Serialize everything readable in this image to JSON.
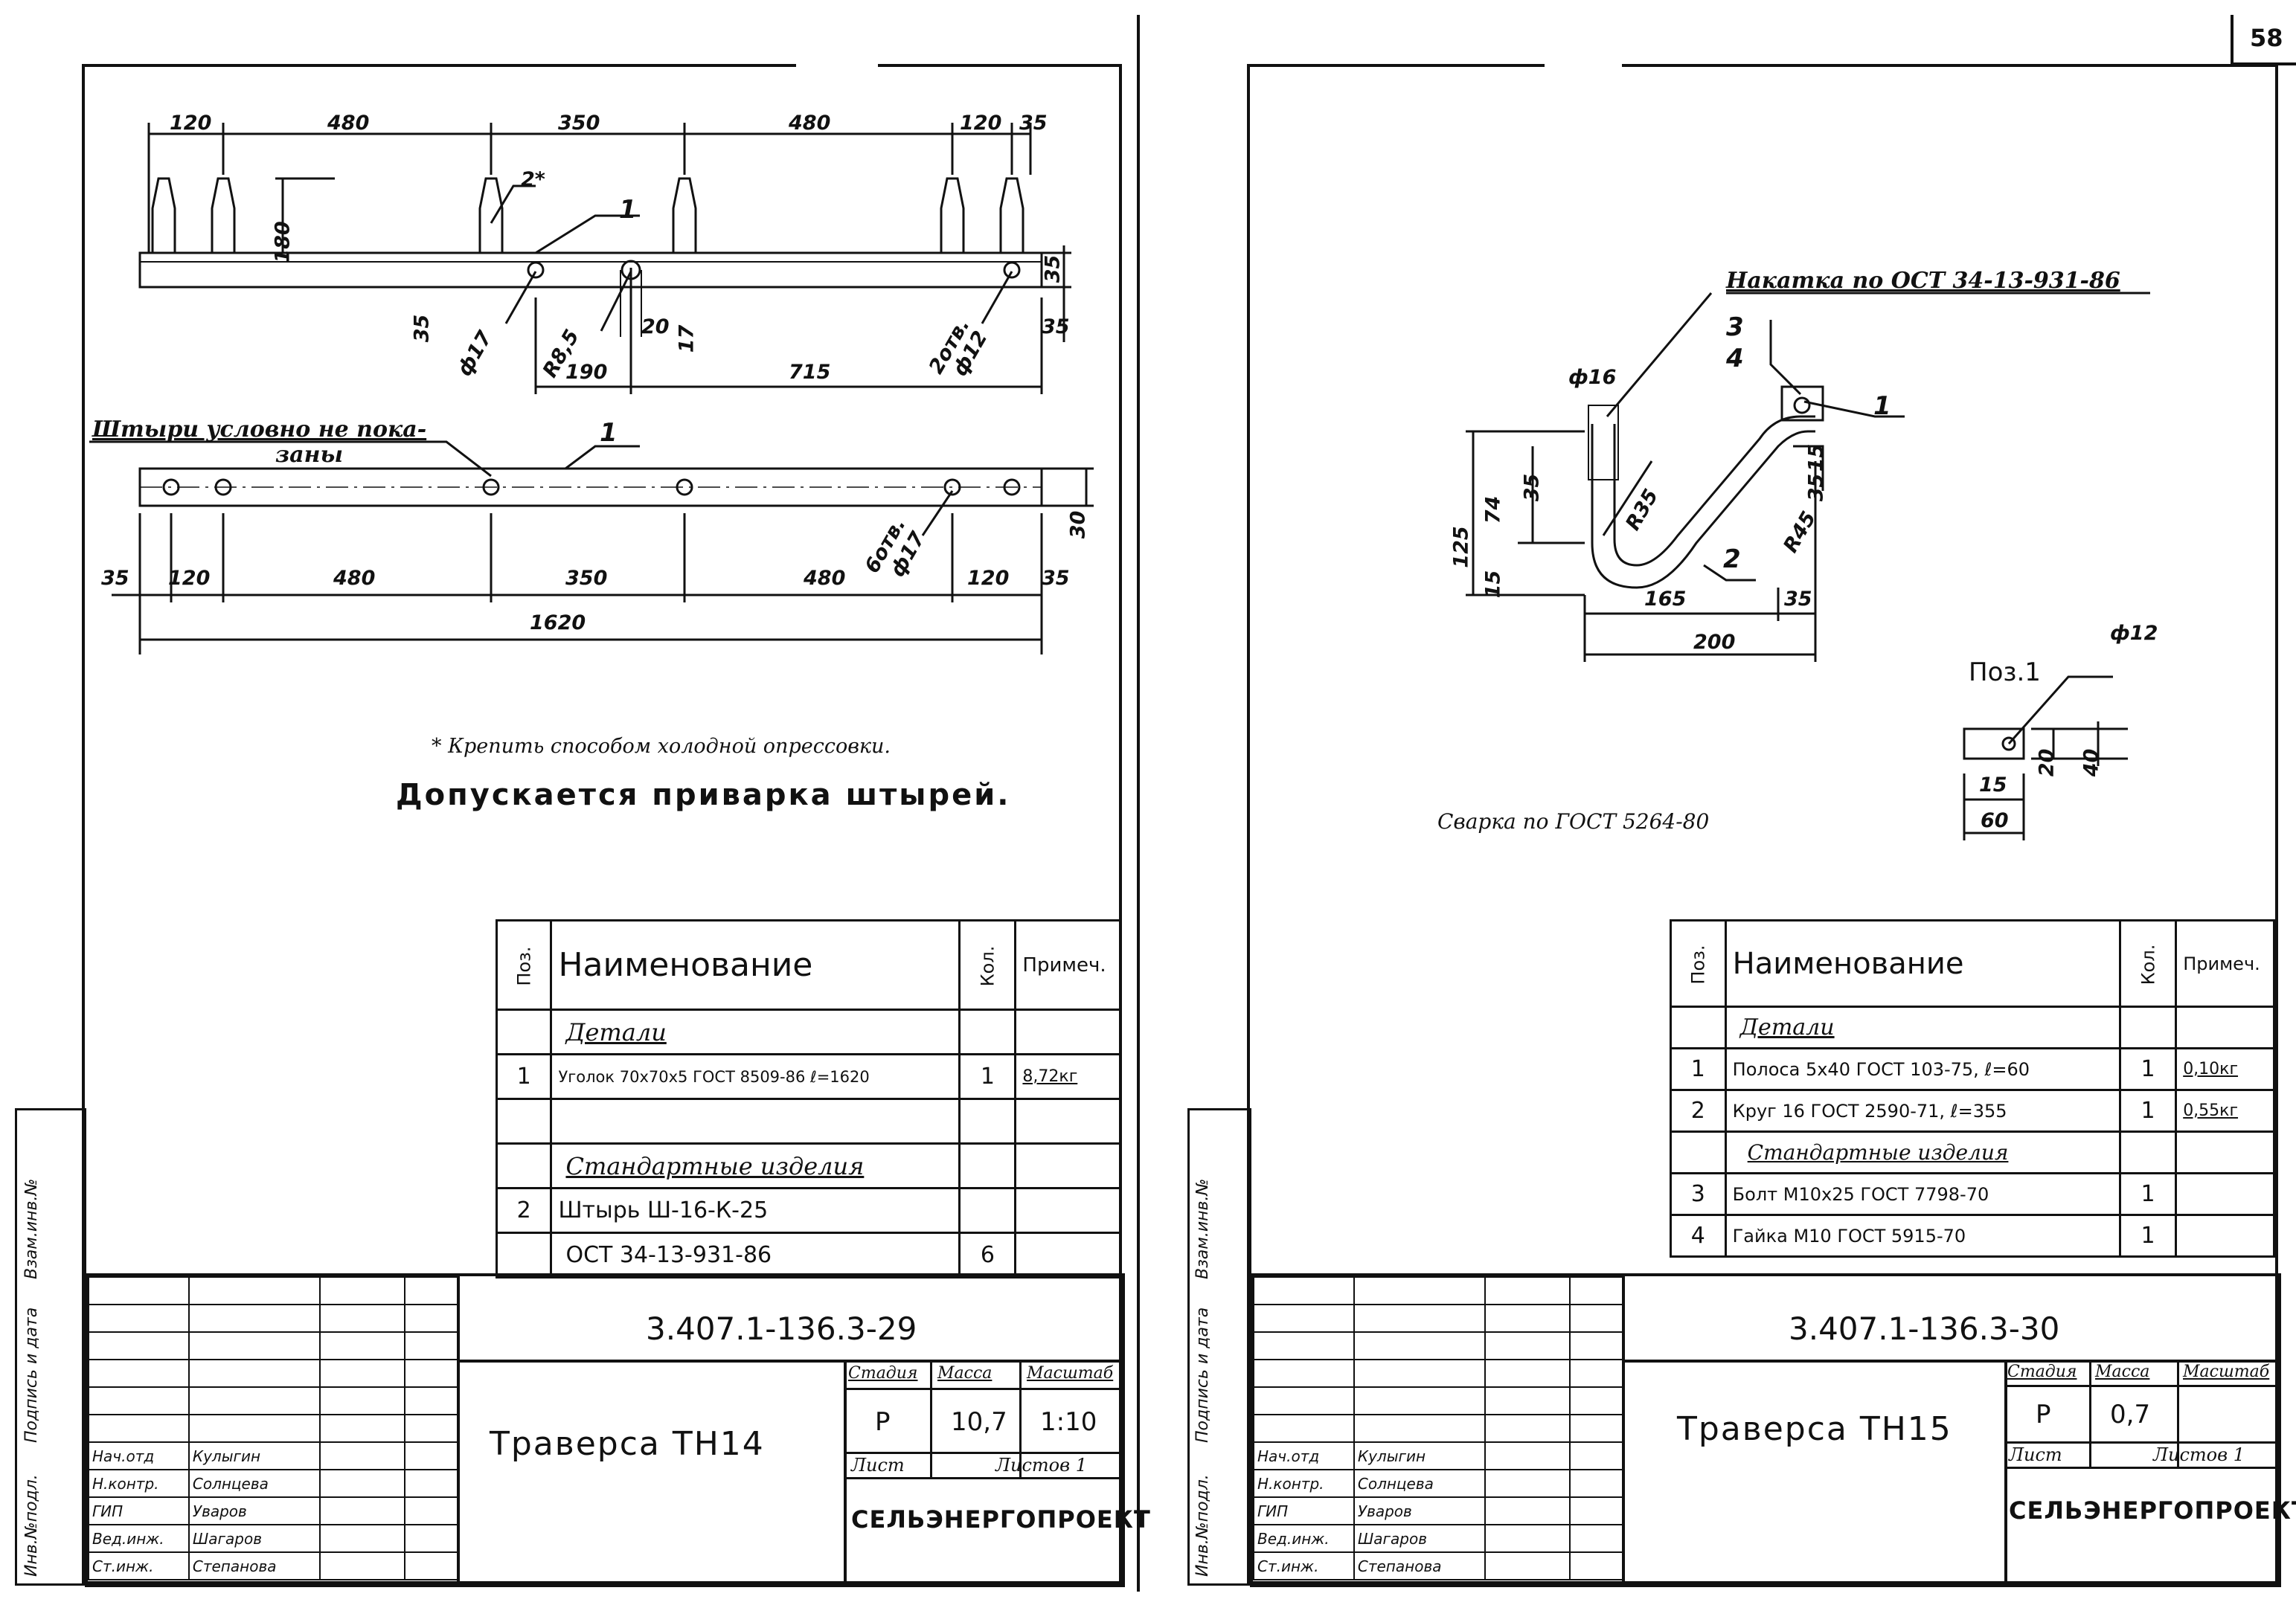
{
  "page_number": "58",
  "left": {
    "dims_top": [
      "120",
      "480",
      "350",
      "480",
      "120",
      "35"
    ],
    "dims_mid": [
      "180",
      "2*",
      "1",
      "35",
      "35",
      "ф17",
      "R8,5",
      "20",
      "17",
      "2отв.",
      "ф12",
      "35",
      "190",
      "715"
    ],
    "note_pins": "Штыри условно не пока-",
    "note_pins2": "заны",
    "label_1b": "1",
    "dims_bottom": [
      "35",
      "120",
      "480",
      "350",
      "480",
      "6отв.",
      "ф17",
      "120",
      "35",
      "30",
      "1620"
    ],
    "note_star": "* Крепить способом холодной опрессовки.",
    "note_weld": "Допускается приварка штырей.",
    "spec": {
      "h_pos": "Поз.",
      "h_name": "Наименование",
      "h_qty": "Кол.",
      "h_note": "Примеч.",
      "section1": "Детали",
      "r1_pos": "1",
      "r1_name": "Уголок 70х70х5 ГОСТ 8509-86 ℓ=1620",
      "r1_qty": "1",
      "r1_note": "8,72кг",
      "section2": "Стандартные изделия",
      "r2_pos": "2",
      "r2_name": "Штырь Ш-16-К-25",
      "r2_name2": "ОСТ 34-13-931-86",
      "r2_qty": "6"
    },
    "stamp": {
      "code": "3.407.1-136.3-29",
      "title": "Траверса ТН14",
      "h_stage": "Стадия",
      "h_mass": "Масса",
      "h_scale": "Масштаб",
      "stage": "Р",
      "mass": "10,7",
      "scale": "1:10",
      "sheet": "Лист",
      "sheets": "Листов 1",
      "org": "СЕЛЬЭНЕРГОПРОЕКТ"
    },
    "roles": [
      {
        "role": "Нач.отд",
        "name": "Кулыгин"
      },
      {
        "role": "Н.контр.",
        "name": "Солнцева"
      },
      {
        "role": "ГИП",
        "name": "Уваров"
      },
      {
        "role": "Вед.инж.",
        "name": "Шагаров"
      },
      {
        "role": "Ст.инж.",
        "name": "Степанова"
      }
    ],
    "side_labels": [
      "Инв.№подл.",
      "Подпись и дата",
      "Взам.инв.№"
    ]
  },
  "right": {
    "note_knurl": "Накатка по ОСТ 34-13-931-86",
    "dims": [
      "ф16",
      "125",
      "74",
      "35",
      "15",
      "R35",
      "165",
      "35",
      "200",
      "3",
      "4",
      "1",
      "2",
      "35",
      "15",
      "R45"
    ],
    "pos1_label": "Поз.1",
    "pos1_dims": [
      "ф12",
      "20",
      "40",
      "15",
      "60"
    ],
    "note_weld": "Сварка по ГОСТ 5264-80",
    "spec": {
      "h_pos": "Поз.",
      "h_name": "Наименование",
      "h_qty": "Кол.",
      "h_note": "Примеч.",
      "section1": "Детали",
      "r1_pos": "1",
      "r1_name": "Полоса 5х40 ГОСТ 103-75, ℓ=60",
      "r1_qty": "1",
      "r1_note": "0,10кг",
      "r2_pos": "2",
      "r2_name": "Круг 16 ГОСТ 2590-71, ℓ=355",
      "r2_qty": "1",
      "r2_note": "0,55кг",
      "section2": "Стандартные изделия",
      "r3_pos": "3",
      "r3_name": "Болт М10х25 ГОСТ 7798-70",
      "r3_qty": "1",
      "r4_pos": "4",
      "r4_name": "Гайка М10 ГОСТ 5915-70",
      "r4_qty": "1"
    },
    "stamp": {
      "code": "3.407.1-136.3-30",
      "title": "Траверса ТН15",
      "h_stage": "Стадия",
      "h_mass": "Масса",
      "h_scale": "Масштаб",
      "stage": "Р",
      "mass": "0,7",
      "scale": "",
      "sheet": "Лист",
      "sheets": "Листов 1",
      "org": "СЕЛЬЭНЕРГОПРОЕКТ"
    },
    "roles": [
      {
        "role": "Нач.отд",
        "name": "Кулыгин"
      },
      {
        "role": "Н.контр.",
        "name": "Солнцева"
      },
      {
        "role": "ГИП",
        "name": "Уваров"
      },
      {
        "role": "Вед.инж.",
        "name": "Шагаров"
      },
      {
        "role": "Ст.инж.",
        "name": "Степанова"
      }
    ],
    "side_labels": [
      "Инв.№подл.",
      "Подпись и дата",
      "Взам.инв.№"
    ]
  }
}
